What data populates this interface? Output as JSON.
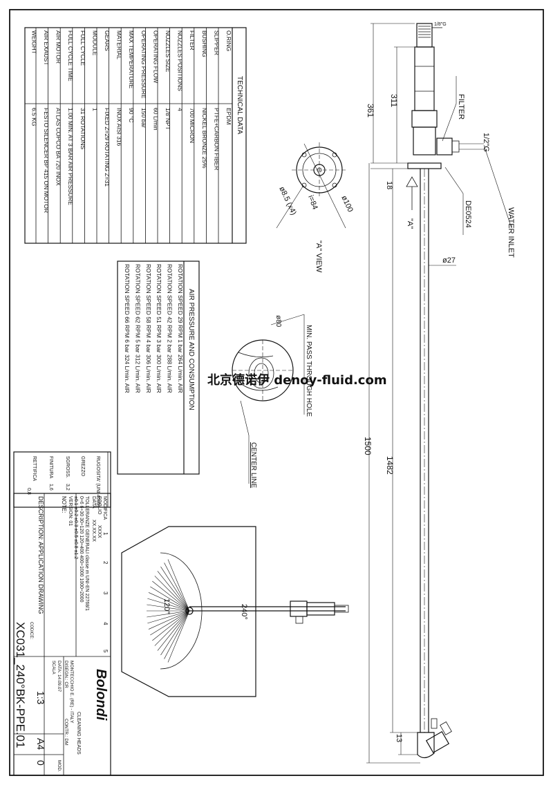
{
  "technical_data": {
    "title": "TECHNICAL DATA",
    "rows": [
      {
        "label": "O.RING",
        "value": "EPDM"
      },
      {
        "label": "SLIPPER",
        "value": "PTFE+CARBON FIBER"
      },
      {
        "label": "BUSHING",
        "value": "NICKEL BRONZE 25%"
      },
      {
        "label": "FILTER",
        "value": "700 MICRON"
      },
      {
        "label": "NOZZLES POSITIONS",
        "value": "4"
      },
      {
        "label": "NOZZLES SIZE",
        "value": "1/8\"NPT"
      },
      {
        "label": "OPERATING FLOW",
        "value": "60 L/min"
      },
      {
        "label": "OPERATING PRESSURE",
        "value": "150 bar"
      },
      {
        "label": "MAX TEMPERATURE",
        "value": "90 °C"
      },
      {
        "label": "MATERIAL",
        "value": "INOX AISI 316"
      },
      {
        "label": "GEARS",
        "value": "FIXED Z=29 ROTATING Z=31"
      },
      {
        "label": "MODULE",
        "value": "1"
      },
      {
        "label": "FULL CYCLE",
        "value": "31 ROTATIONS"
      },
      {
        "label": "FULL CYCLE TIME",
        "value": "1.00 MIN. AT 3 BAR AIR PRESSURE"
      },
      {
        "label": "AIR MOTOR",
        "value": "ATLAS COPCO BA 720 INOX"
      },
      {
        "label": "AIR EXAUST",
        "value": "FESTO SILENCER BP 415 ON MOTOR"
      },
      {
        "label": "WEIGHT",
        "value": "6.5 KG"
      }
    ]
  },
  "air_table": {
    "title": "AIR PRESSURE AND CONSUMPTION",
    "rows": [
      "ROTATION SPEED   29 RPM   1 bar   264 L/min. AIR",
      "ROTATION SPEED   42 RPM   2 bar   288 L/min. AIR",
      "ROTATION SPEED   51 RPM   3 bar   300 L/min. AIR",
      "ROTATION SPEED   58 RPM   4 bar   306 L/min. AIR",
      "ROTATION SPEED   62 RPM   5 bar   312 L/min. AIR",
      "ROTATION SPEED   66 RPM   6 bar   324 L/min. AIR"
    ]
  },
  "view_a": {
    "title": "\"A\" VIEW",
    "d100": "ø100",
    "i84": "i=84",
    "holes": "ø8.5 (x4)"
  },
  "pass_hole": {
    "label": "MIN. PASS THROUGH HOLE",
    "d80": "ø80",
    "center_line": "CENTER LINE"
  },
  "main_drawing": {
    "filter": "FILTER",
    "inlet_size": "1/2\"G",
    "water_inlet": "WATER INLET",
    "flange_code": "DE0524",
    "view_arrow": "\"A\"",
    "d27": "ø27",
    "top_size": "1/8\"G",
    "dims": {
      "d311": "311",
      "d361": "361",
      "d18": "18",
      "d1500": "1500",
      "d1482": "1482",
      "d13": "13"
    }
  },
  "tank": {
    "angle1": "240°",
    "angle2": "120°"
  },
  "watermark": "北京德诺伊 denoy-fluid.com",
  "title_block": {
    "rugosita": "RUGOSITA' (UNI 4600)",
    "grezzo": "GREZZO",
    "sgross": "SGROSS.",
    "finitura": "FINITURA",
    "rettifica": "RETTIFICA",
    "r1": "3,2",
    "r2": "1,6",
    "r3": "0,8",
    "modifica": "MODIFICA",
    "foglio": "FOGLIO",
    "data_label": "DATA",
    "foglio_val": "XXXX",
    "data_val": "XX.XX.XX",
    "col1": "1",
    "col2": "2",
    "col3": "3",
    "col4": "4",
    "col5": "5",
    "toll_title": "TOLLERANZE GENERALI classe m UNI-EN 22768/1",
    "toll_ranges": "0÷6   6÷30   30÷120   120÷400   400÷1000   1000÷2000",
    "toll_values": "±0.1   ±0.2   ±0.3   ±0.5   ±0.8   ±1.2",
    "version": "VERSION: 01",
    "note": "NOTE:",
    "description": "DESCRIPTION: APPLICATION DRAWING",
    "codice_label": "CODICE:",
    "code": "XC031_240°BK-PPE.01",
    "scala_label": "SCALA",
    "scala": "1:3",
    "format": "A4",
    "rev": "0",
    "company": "Bolondi",
    "company_sub": "CLEANING HEADS",
    "address": "MONTECCHIO E. (RE) - ITALY",
    "disegn": "DISEGN.: CR",
    "contr": "CONTR.: DM",
    "date": "DATA: 14.09.07",
    "mod": "MOD."
  }
}
